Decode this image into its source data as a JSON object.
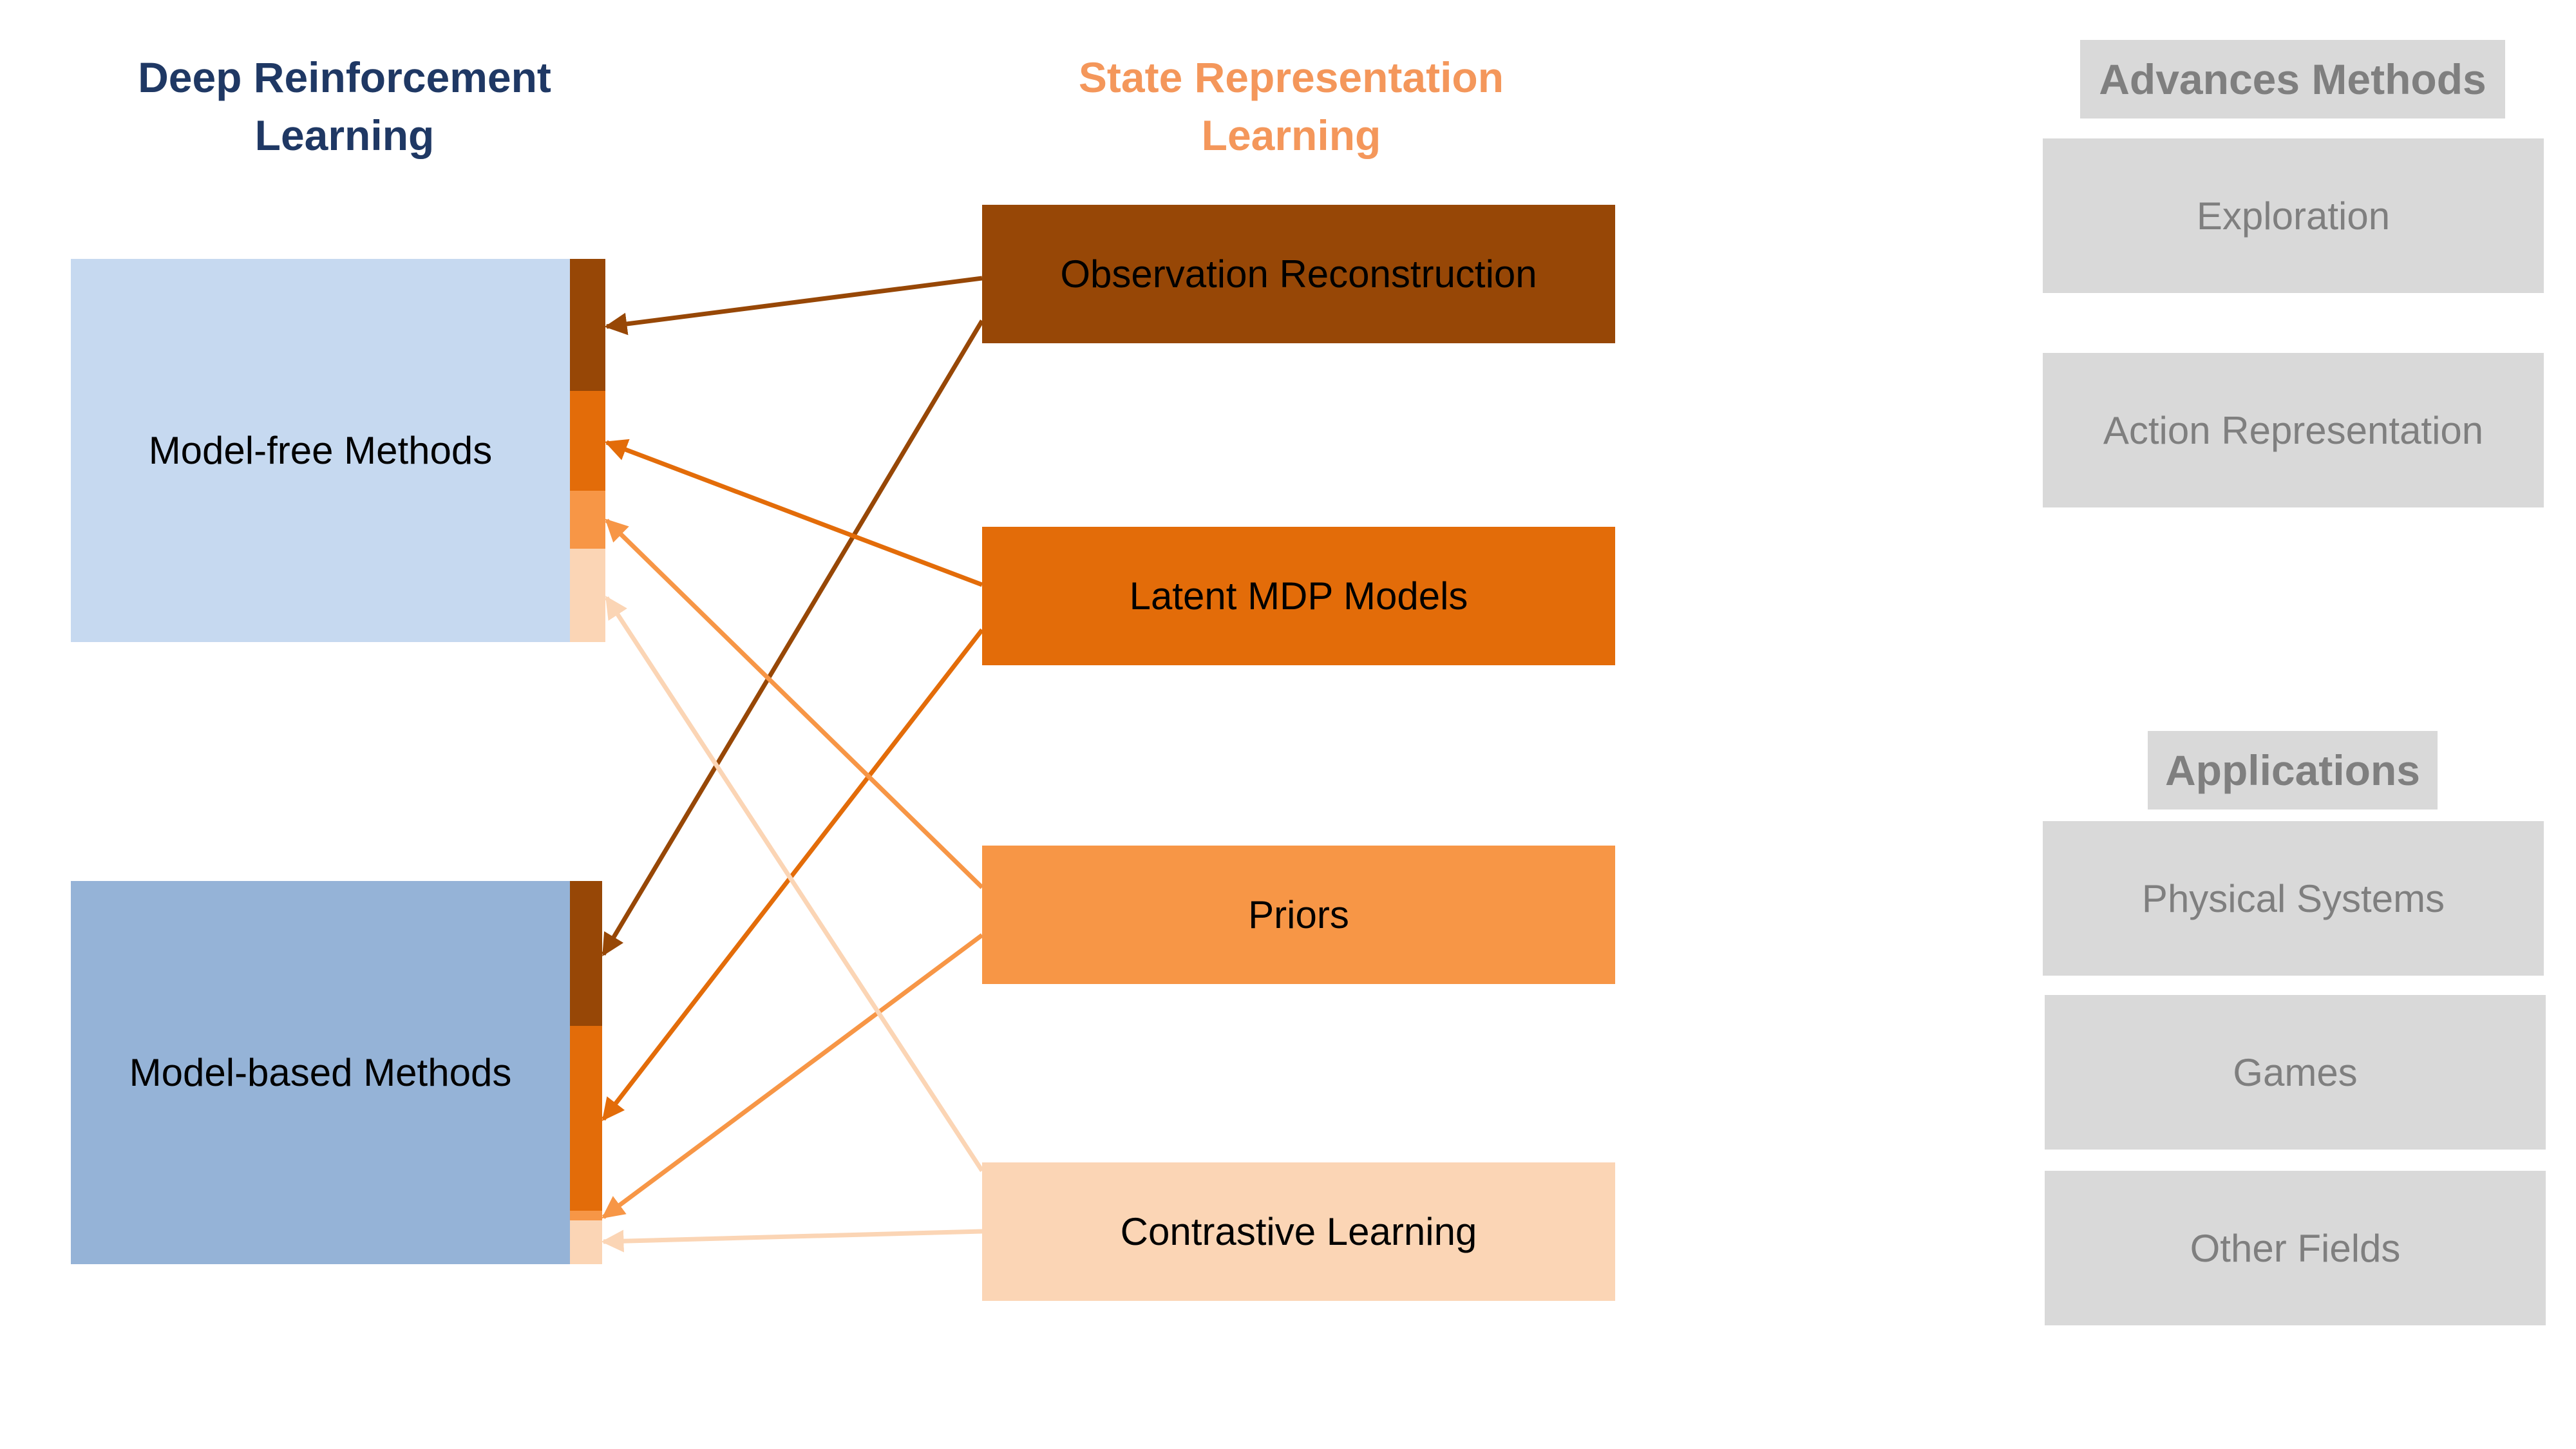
{
  "colors": {
    "dark_blue": "#1f3864",
    "orange_heading": "#f4975b",
    "light_blue": "#c6d9f0",
    "mid_blue": "#95b3d7",
    "obs_brown": "#974706",
    "latent_orange": "#e36c09",
    "priors_orange": "#f79646",
    "contrastive_peach": "#fbd5b5",
    "gray": "#d9d9d9",
    "gray_text": "#7f7f7f"
  },
  "drl": {
    "heading_line1": "Deep Reinforcement",
    "heading_line2": "Learning",
    "model_free": "Model-free Methods",
    "model_based": "Model-based Methods"
  },
  "srl": {
    "heading_line1": "State Representation",
    "heading_line2": "Learning",
    "observation": "Observation Reconstruction",
    "latent": "Latent MDP Models",
    "priors": "Priors",
    "contrastive": "Contrastive Learning"
  },
  "advances": {
    "heading": "Advances Methods",
    "items": [
      "Exploration",
      "Action Representation"
    ]
  },
  "applications": {
    "heading": "Applications",
    "items": [
      "Physical Systems",
      "Games",
      "Other Fields"
    ]
  },
  "edges": [
    {
      "from": "Observation Reconstruction",
      "to": "Model-free Methods",
      "color_key": "obs_brown"
    },
    {
      "from": "Observation Reconstruction",
      "to": "Model-based Methods",
      "color_key": "obs_brown"
    },
    {
      "from": "Latent MDP Models",
      "to": "Model-free Methods",
      "color_key": "latent_orange"
    },
    {
      "from": "Latent MDP Models",
      "to": "Model-based Methods",
      "color_key": "latent_orange"
    },
    {
      "from": "Priors",
      "to": "Model-free Methods",
      "color_key": "priors_orange"
    },
    {
      "from": "Priors",
      "to": "Model-based Methods",
      "color_key": "priors_orange"
    },
    {
      "from": "Contrastive Learning",
      "to": "Model-free Methods",
      "color_key": "contrastive_peach"
    },
    {
      "from": "Contrastive Learning",
      "to": "Model-based Methods",
      "color_key": "contrastive_peach"
    }
  ]
}
